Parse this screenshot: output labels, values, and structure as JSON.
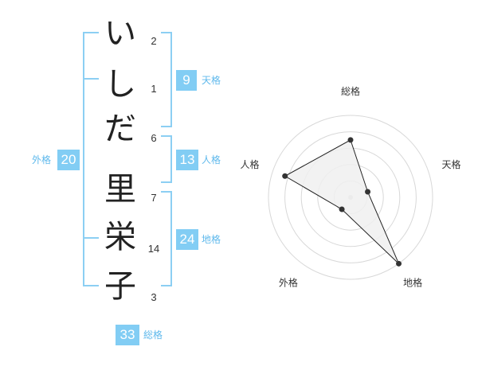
{
  "name": {
    "chars": [
      {
        "char": "い",
        "strokes": "2"
      },
      {
        "char": "し",
        "strokes": "1"
      },
      {
        "char": "だ",
        "strokes": "6"
      },
      {
        "char": "里",
        "strokes": "7"
      },
      {
        "char": "栄",
        "strokes": "14"
      },
      {
        "char": "子",
        "strokes": "3"
      }
    ]
  },
  "fortune": {
    "tenkaku": {
      "value": "9",
      "label": "天格"
    },
    "jinkaku": {
      "value": "13",
      "label": "人格"
    },
    "chikaku": {
      "value": "24",
      "label": "地格"
    },
    "gaikaku": {
      "value": "20",
      "label": "外格"
    },
    "soukaku": {
      "value": "33",
      "label": "総格"
    }
  },
  "chart_data": {
    "type": "radar",
    "axes": [
      "総格",
      "天格",
      "地格",
      "外格",
      "人格"
    ],
    "values": [
      3.5,
      1.1,
      5.0,
      0.9,
      4.2
    ],
    "max": 5,
    "rings": 5,
    "colors": {
      "fill": "#f0f0f0",
      "ring": "#d8d8d8",
      "line": "#222222",
      "center": "#cccccc"
    }
  }
}
